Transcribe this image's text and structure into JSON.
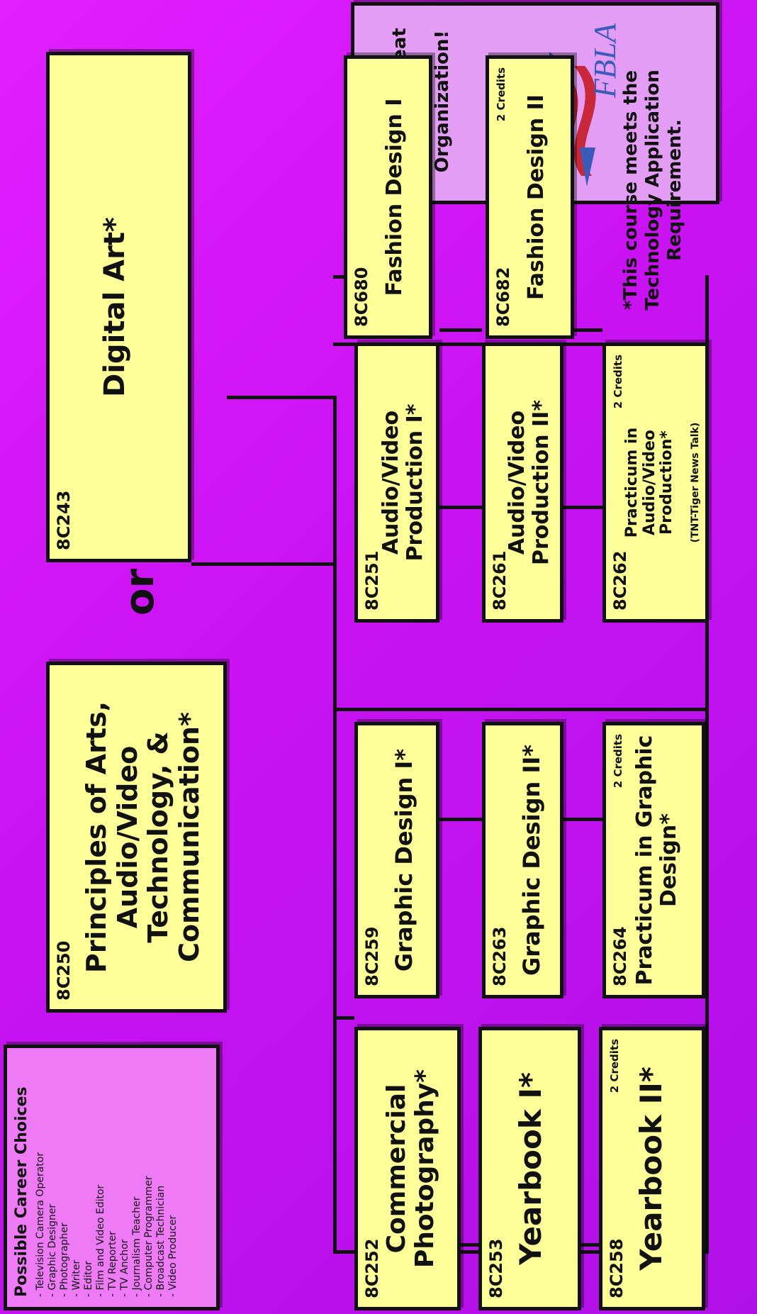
{
  "careers": {
    "title": "Possible Career Choices",
    "items": [
      "- Television Camera Operator",
      "- Graphic Designer",
      "- Photographer",
      "- Writer",
      "- Editor",
      "- Film and Video Editor",
      "- TV Reporter",
      "- TV Anchor",
      "- Journalism Teacher",
      "- Computer Programmer",
      "- Broadcast Technician",
      "- Video Producer"
    ]
  },
  "principles": {
    "code": "8C250",
    "title": "Principles of Arts, Audio/Video Technology, & Communication*"
  },
  "or_label": "or",
  "digital_art": {
    "code": "8C243",
    "title": "Digital Art*"
  },
  "fbla": {
    "join_text": "Join this great Student Organization!",
    "logo_text": "FBLA"
  },
  "courses": {
    "commercial_photography": {
      "code": "8C252",
      "title": "Commercial Photography*"
    },
    "yearbook_1": {
      "code": "8C253",
      "title": "Yearbook I*"
    },
    "yearbook_2": {
      "code": "8C258",
      "credits": "2 Credits",
      "title": "Yearbook II*"
    },
    "graphic_design_1": {
      "code": "8C259",
      "title": "Graphic Design I*"
    },
    "graphic_design_2": {
      "code": "8C263",
      "title": "Graphic Design II*"
    },
    "practicum_graphic": {
      "code": "8C264",
      "credits": "2 Credits",
      "title": "Practicum in Graphic Design*"
    },
    "av_production_1": {
      "code": "8C251",
      "title": "Audio/Video Production I*"
    },
    "av_production_2": {
      "code": "8C261",
      "title": "Audio/Video Production II*"
    },
    "practicum_av": {
      "code": "8C262",
      "credits": "2 Credits",
      "title": "Practicum in Audio/Video Production*",
      "subtitle": "(TNT-Tiger News Talk)"
    },
    "fashion_1": {
      "code": "8C680",
      "title": "Fashion Design I"
    },
    "fashion_2": {
      "code": "8C682",
      "credits": "2 Credits",
      "title": "Fashion Design II"
    }
  },
  "footnote": "*This course meets the Technology Application Requirement.",
  "colors": {
    "background": "#d516f9",
    "box": "#ffff99",
    "panel": "#ee7af6",
    "fbla_red": "#c8283a",
    "fbla_blue": "#3a5bb8"
  }
}
